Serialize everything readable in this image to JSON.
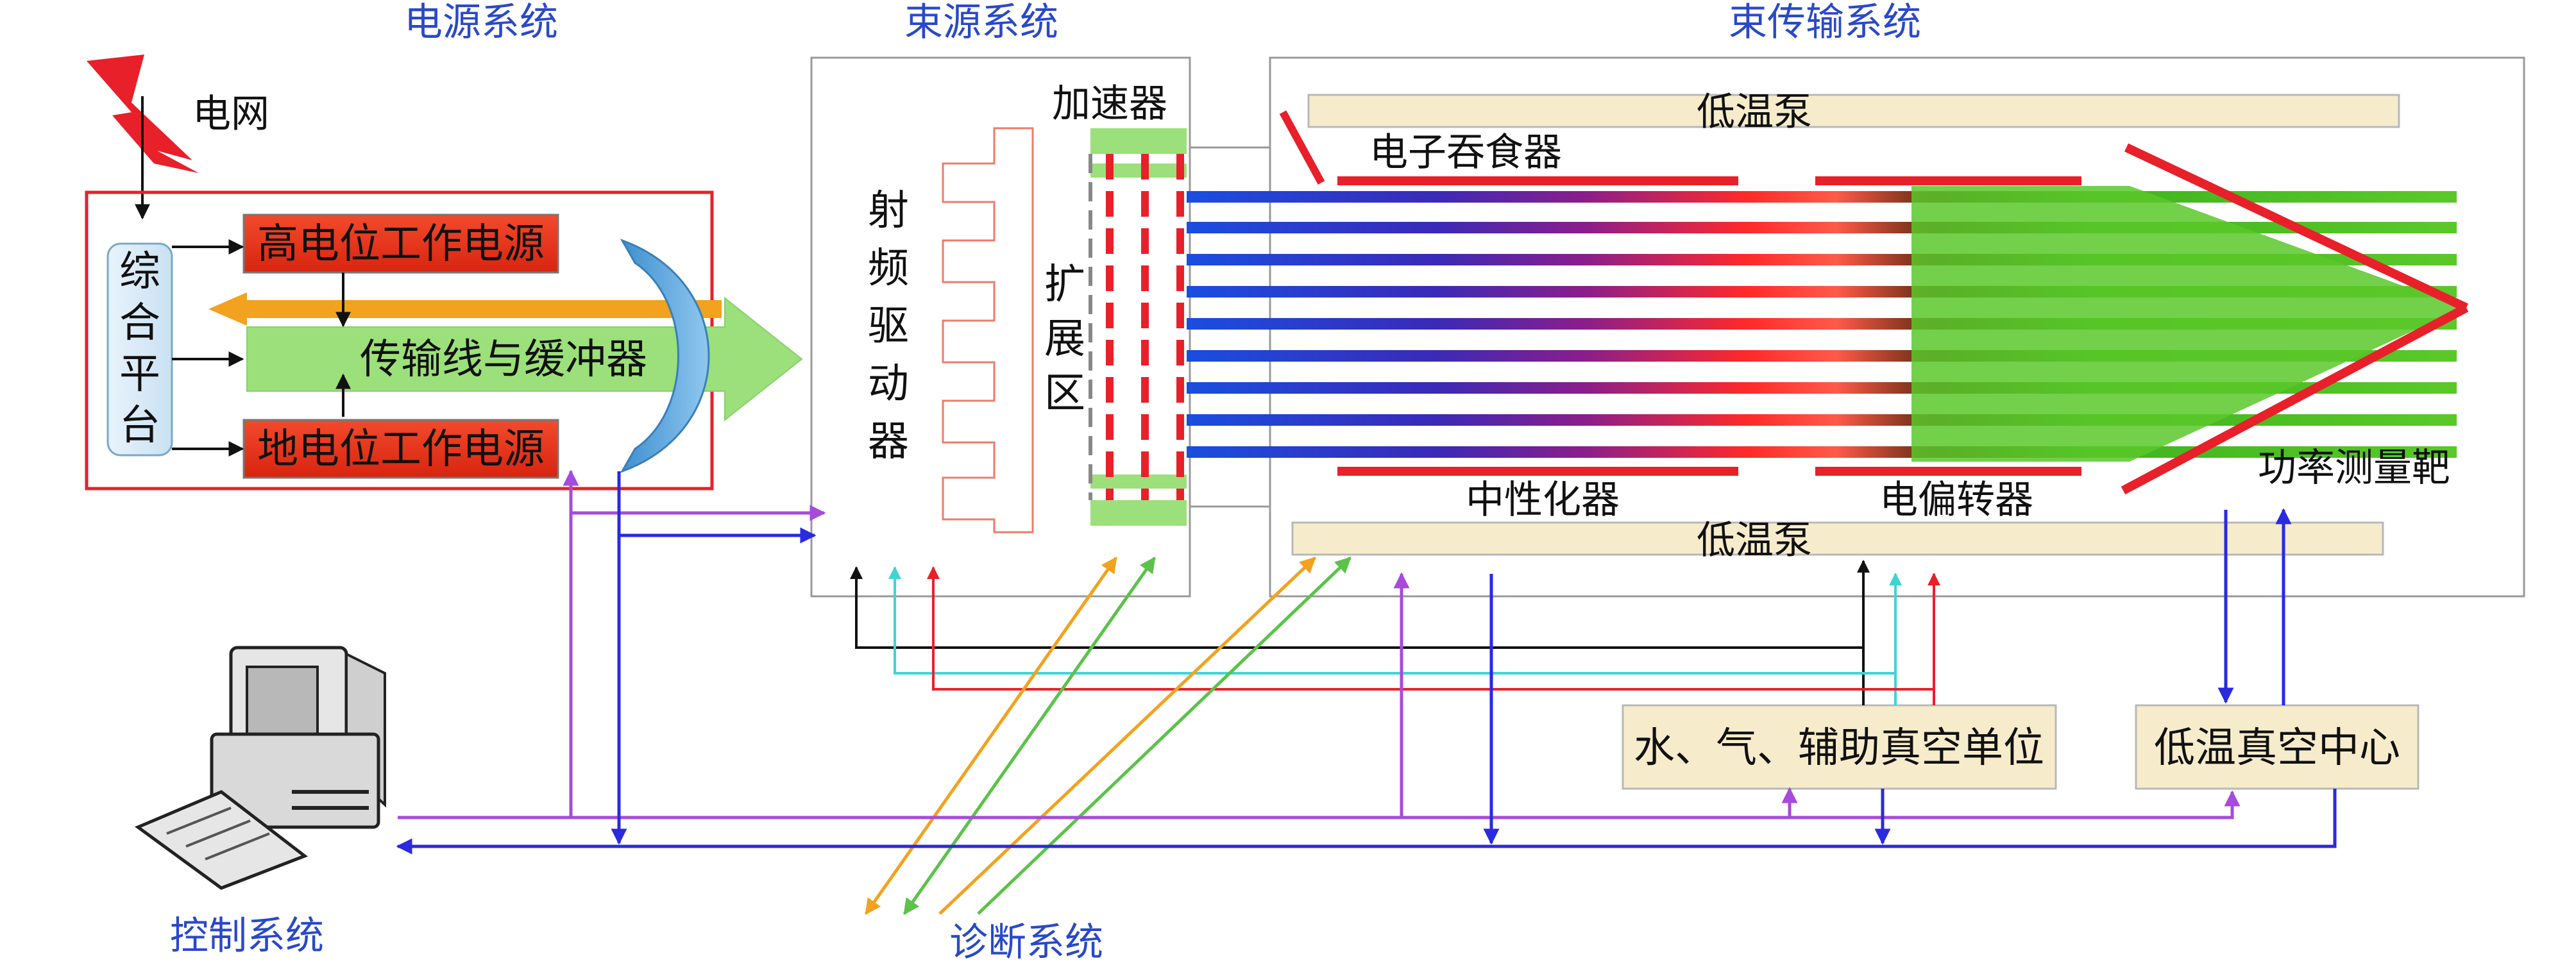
{
  "sections": {
    "power": "电源系统",
    "source": "束源系统",
    "transport": "束传输系统",
    "control": "控制系统",
    "diagnostics": "诊断系统"
  },
  "labels": {
    "grid": "电网",
    "integrated_platform": [
      "综",
      "合",
      "平",
      "台"
    ],
    "hv_power": "高电位工作电源",
    "ground_power": "地电位工作电源",
    "transmission_line": "传输线与缓冲器",
    "rf_driver": [
      "射",
      "频",
      "驱",
      "动",
      "器"
    ],
    "expansion_zone": [
      "扩",
      "展",
      "区"
    ],
    "accelerator": "加速器",
    "cryopump_top": "低温泵",
    "cryopump_bottom": "低温泵",
    "electron_dump": "电子吞食器",
    "neutralizer": "中性化器",
    "deflector": "电偏转器",
    "power_target": "功率测量靶",
    "aux_unit": "水、气、辅助真空单位",
    "cryo_center": "低温真空中心"
  },
  "colors": {
    "section_title": "#2a49c8",
    "power_box_border": "#e8202a",
    "red_block": "#e8321c",
    "green_arrow": "#9be07a",
    "beige_pump": "#f6eccb",
    "purple_line": "#a64bdc",
    "blue_line": "#2a2ae0",
    "orange_line": "#f2a21e",
    "green_line": "#5cc24a",
    "cyan_line": "#3fd4d4"
  },
  "icons": {
    "lightning": "lightning-icon",
    "computer": "computer-icon"
  }
}
